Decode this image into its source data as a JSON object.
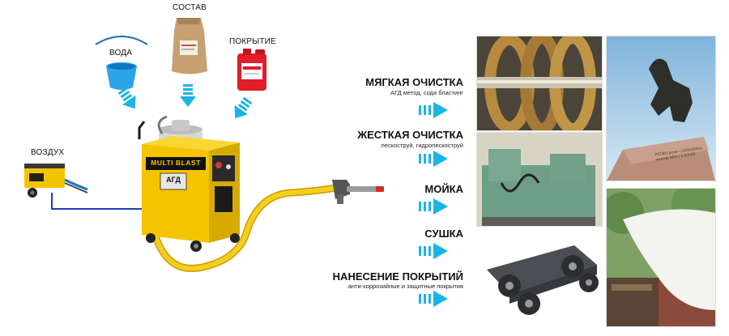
{
  "inputs": {
    "water": "ВОДА",
    "compound": "СОСТАВ",
    "coating": "ПОКРЫТИЕ",
    "air": "ВОЗДУХ"
  },
  "machine": {
    "brand": "MULTI BLAST",
    "model": "АГД"
  },
  "processes": [
    {
      "title": "МЯГКАЯ ОЧИСТКА",
      "subtitle": "АГД метод, сода бластинг"
    },
    {
      "title": "ЖЕСТКАЯ ОЧИСТКА",
      "subtitle": "пескоструй, гидропескоструй"
    },
    {
      "title": "МОЙКА",
      "subtitle": ""
    },
    {
      "title": "СУШКА",
      "subtitle": ""
    },
    {
      "title": "НАНЕСЕНИЕ ПОКРЫТИЙ",
      "subtitle": "анти-коррозийные и защитные покрытия"
    }
  ],
  "monument_inscription": "PETRO primo CATHARINA secunda MDCCLXXXII",
  "colors": {
    "arrow": "#1ab4e8",
    "machine_yellow": "#f5c400",
    "hose": "#f2c200",
    "air_line": "#1d3fbf"
  },
  "icons": [
    "bucket-icon",
    "sack-icon",
    "canister-icon",
    "compressor-icon",
    "nozzle-icon"
  ]
}
